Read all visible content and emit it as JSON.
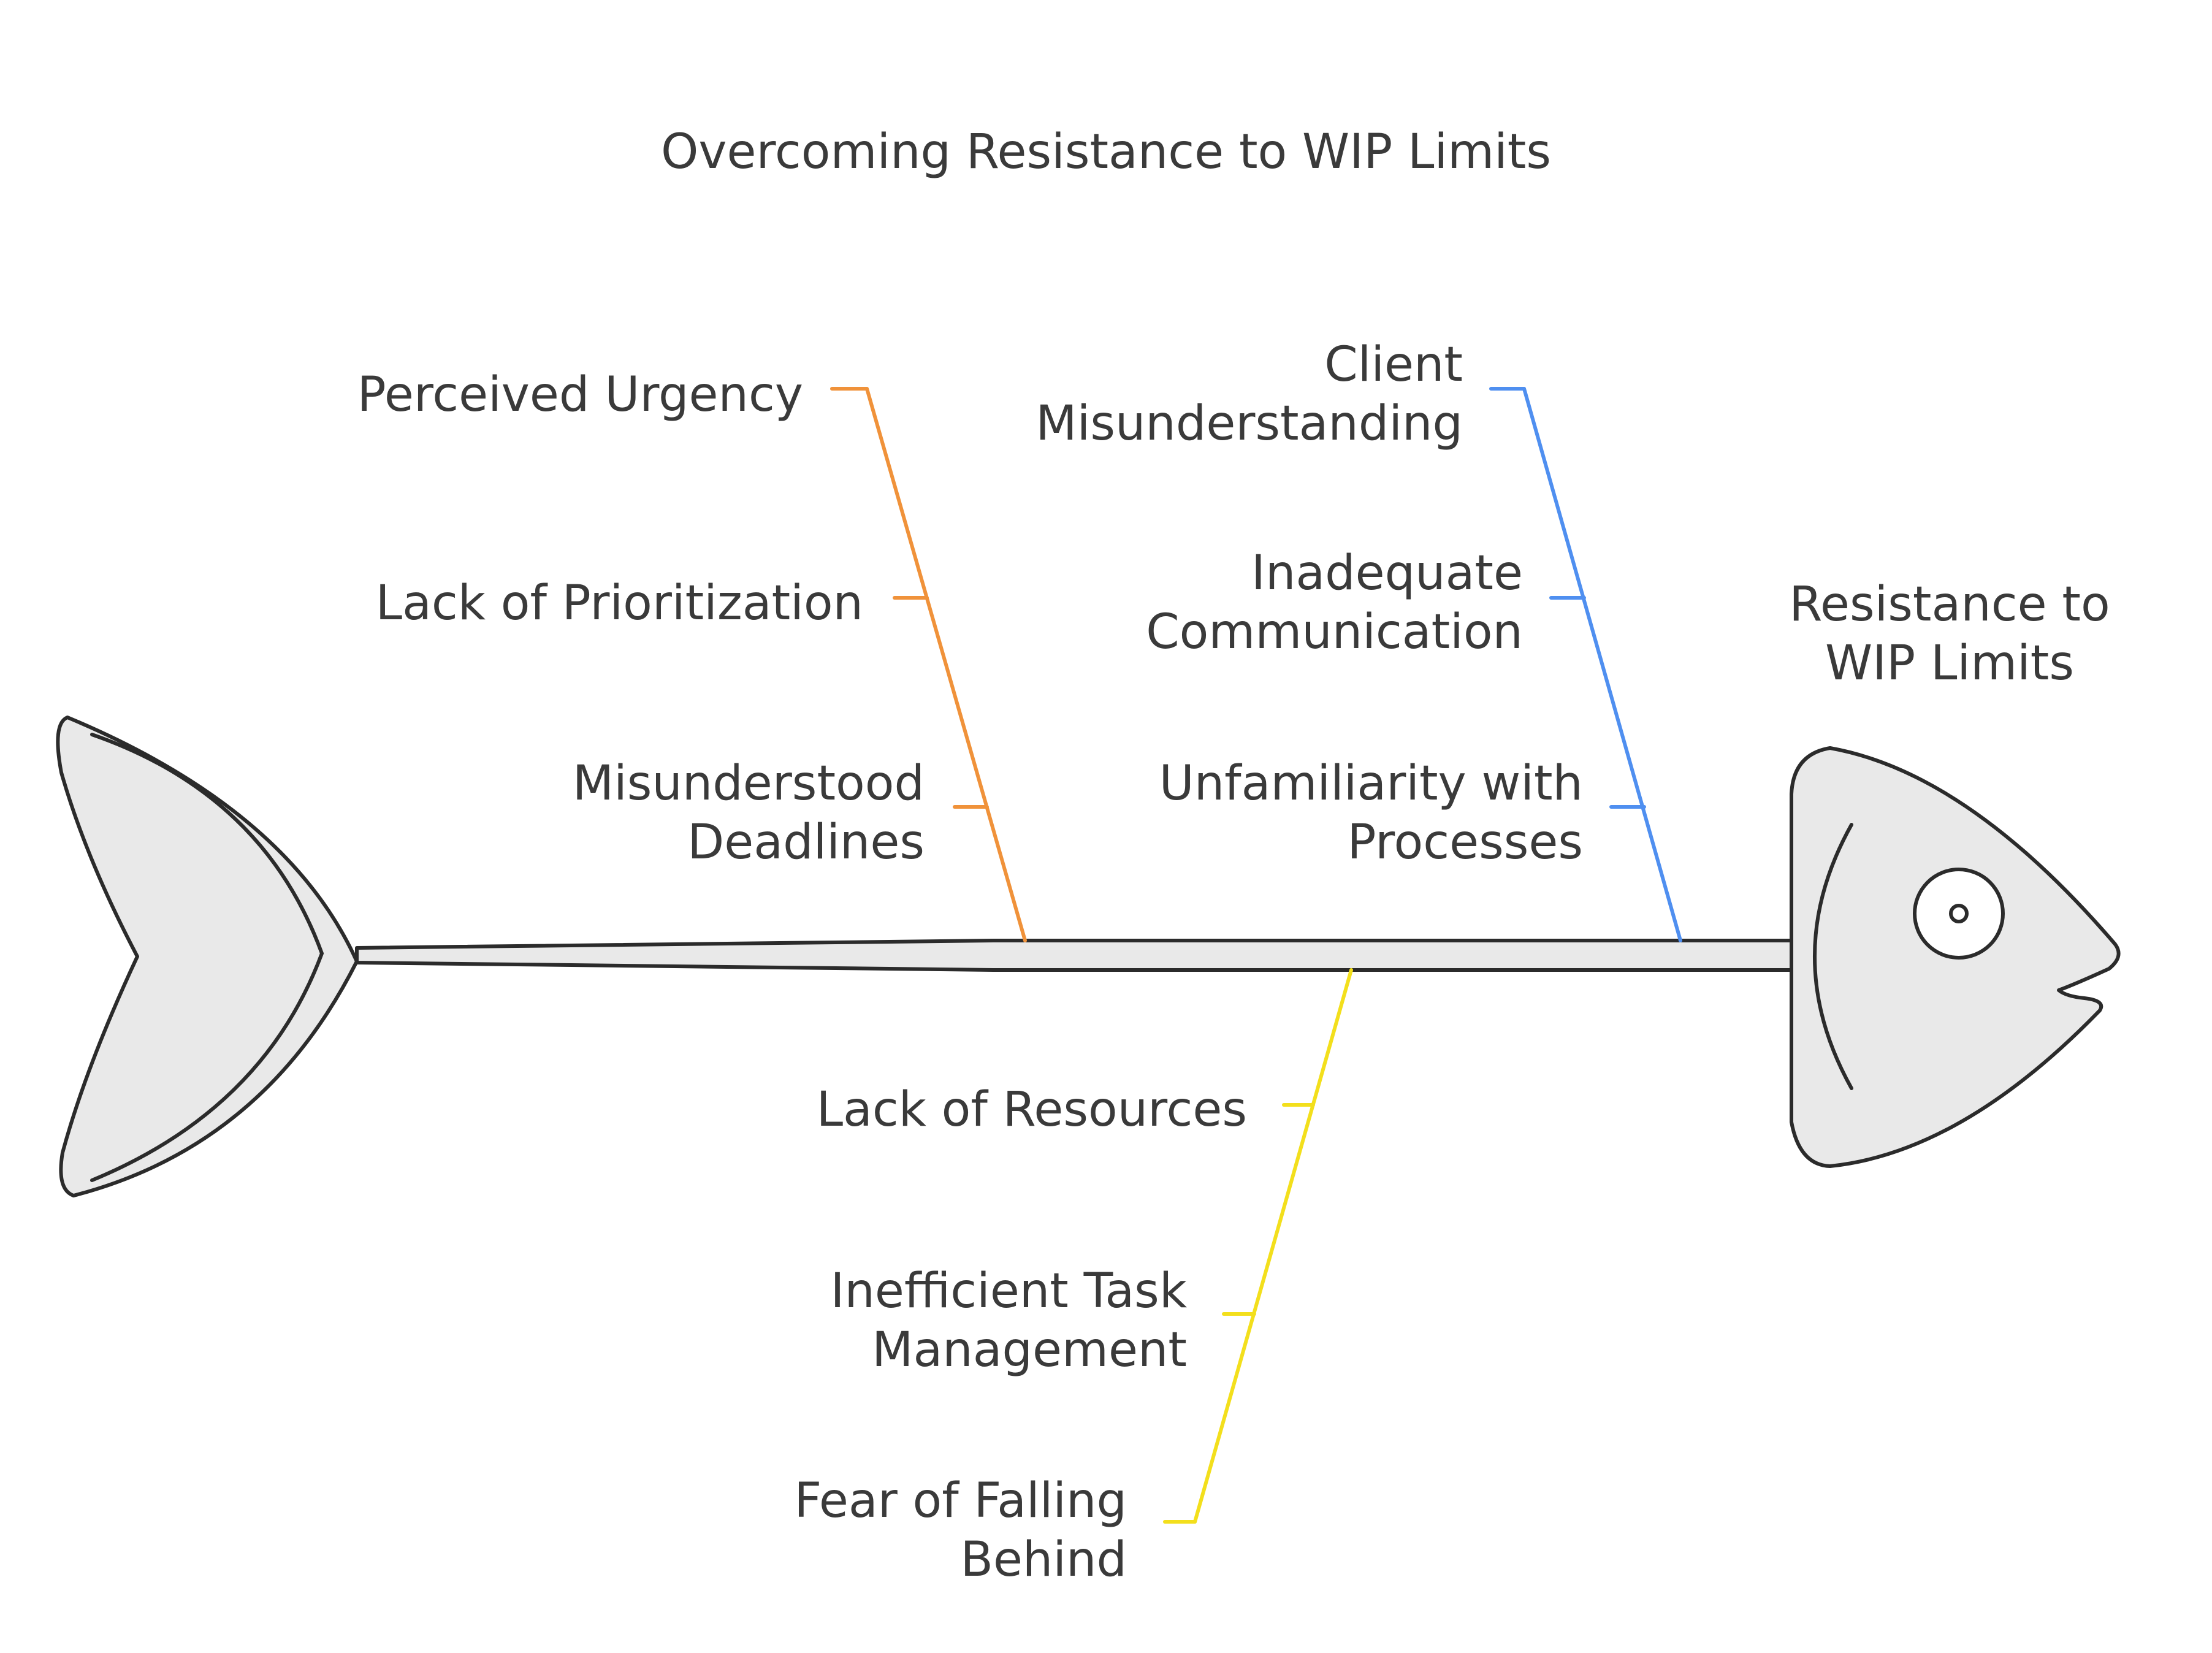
{
  "title": "Overcoming Resistance to WIP Limits",
  "effect": {
    "line1": "Resistance to",
    "line2": "WIP Limits"
  },
  "colors": {
    "orange": "#f0923a",
    "blue": "#4f8ff0",
    "yellow": "#f3df1c",
    "fish_fill": "#e9e9e9",
    "outline": "#2b2b2b",
    "text": "#3a3a3a"
  },
  "categories": [
    {
      "color": "orange",
      "causes": [
        {
          "line1": "Perceived Urgency",
          "line2": ""
        },
        {
          "line1": "Lack of Prioritization",
          "line2": ""
        },
        {
          "line1": "Misunderstood",
          "line2": "Deadlines"
        }
      ]
    },
    {
      "color": "blue",
      "causes": [
        {
          "line1": "Client",
          "line2": "Misunderstanding"
        },
        {
          "line1": "Inadequate",
          "line2": "Communication"
        },
        {
          "line1": "Unfamiliarity with",
          "line2": "Processes"
        }
      ]
    },
    {
      "color": "yellow",
      "causes": [
        {
          "line1": "Lack of Resources",
          "line2": ""
        },
        {
          "line1": "Inefficient Task",
          "line2": "Management"
        },
        {
          "line1": "Fear of Falling",
          "line2": "Behind"
        }
      ]
    }
  ]
}
